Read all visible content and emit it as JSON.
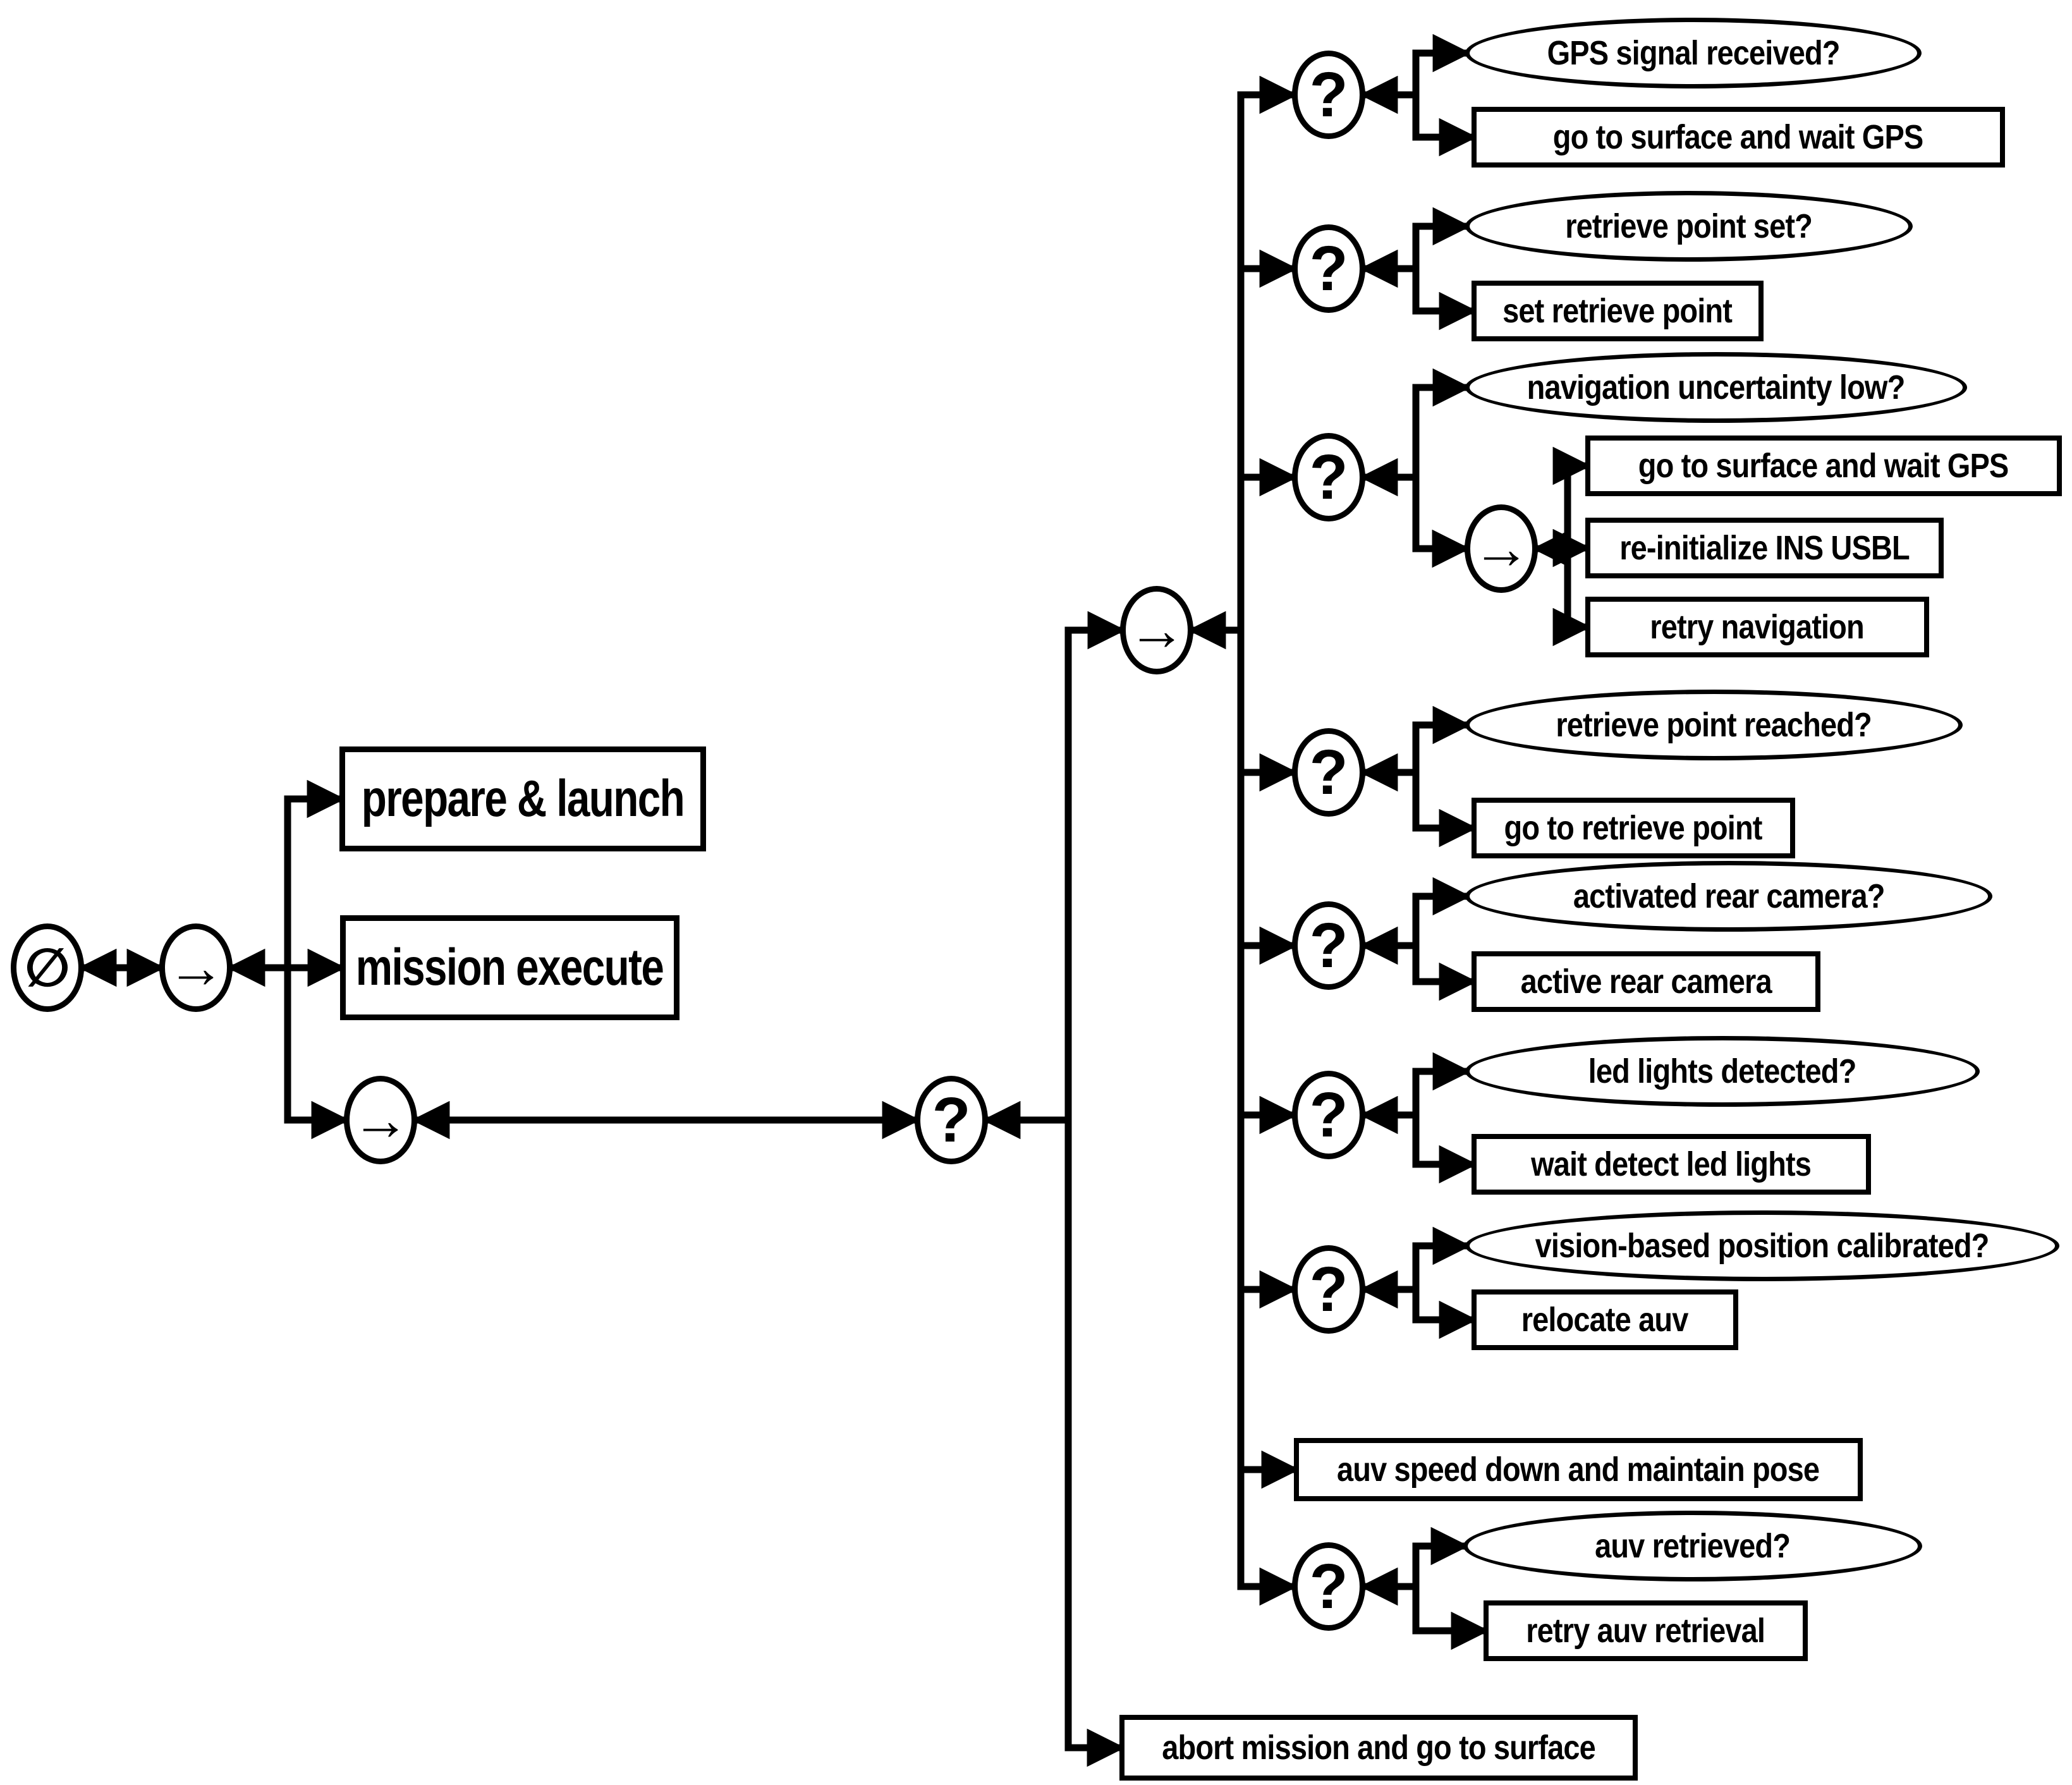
{
  "diagram": {
    "background_color": "#ffffff",
    "line_color": "#000000",
    "symbols": {
      "root": "∅",
      "sequence": "→",
      "fallback": "?"
    },
    "tree": {
      "prepare_launch": "prepare & launch",
      "mission_execute": "mission execute",
      "abort": "abort mission and go to surface",
      "groups": [
        {
          "condition": "GPS signal received?",
          "action": "go to surface and wait GPS"
        },
        {
          "condition": "retrieve point set?",
          "action": "set retrieve point"
        },
        {
          "condition": "navigation uncertainty low?",
          "actions": [
            "go to surface and wait GPS",
            "re-initialize INS USBL",
            "retry navigation"
          ]
        },
        {
          "condition": "retrieve point reached?",
          "action": "go to retrieve point"
        },
        {
          "condition": "activated rear camera?",
          "action": "active rear camera"
        },
        {
          "condition": "led lights detected?",
          "action": "wait detect led lights"
        },
        {
          "condition": "vision-based position calibrated?",
          "action": "relocate auv"
        },
        {
          "action": "auv speed down and maintain pose"
        },
        {
          "condition": "auv retrieved?",
          "action": "retry auv retrieval"
        }
      ]
    }
  }
}
